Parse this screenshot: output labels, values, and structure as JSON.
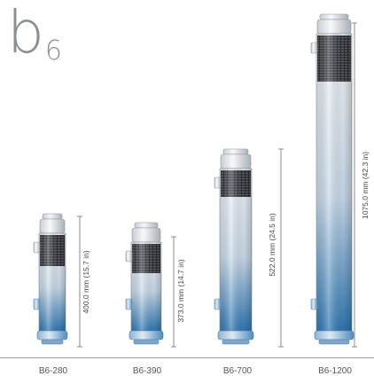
{
  "brand": {
    "main": "b",
    "sub": "6"
  },
  "colors": {
    "brand_text": "#8a8f96",
    "cartridge": "#3a3d42",
    "tube_top": "#f4f6f8",
    "tube_bottom": "#2f79b5",
    "ruler": "#6f6f6f"
  },
  "units": [
    {
      "model": "B6-280",
      "height_label": "400.0 mm (15.7 in)"
    },
    {
      "model": "B6-390",
      "height_label": "373.0 mm (14.7 in)"
    },
    {
      "model": "B6-700",
      "height_label": "522.0 mm (24.5 in)"
    },
    {
      "model": "B6-1200",
      "height_label": "1075.0 mm (42.3 in)"
    }
  ]
}
